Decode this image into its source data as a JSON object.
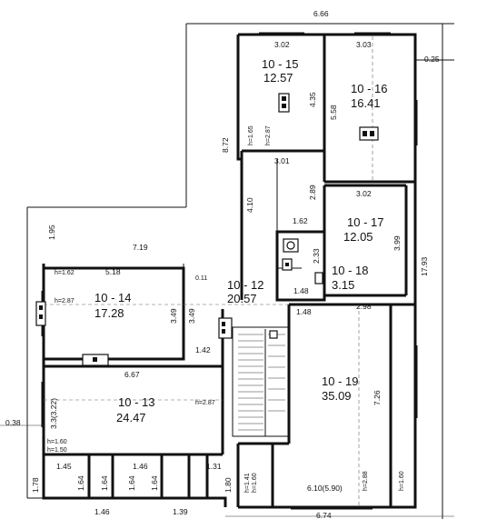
{
  "rooms": [
    {
      "id": "10 - 15",
      "area": "12.57"
    },
    {
      "id": "10 - 16",
      "area": "16.41"
    },
    {
      "id": "10 - 17",
      "area": "12.05"
    },
    {
      "id": "10 - 18",
      "area": "3.15"
    },
    {
      "id": "10 - 12",
      "area": "20.57"
    },
    {
      "id": "10 - 14",
      "area": "17.28"
    },
    {
      "id": "10 - 13",
      "area": "24.47"
    },
    {
      "id": "10 - 19",
      "area": "35.09"
    }
  ],
  "dims": {
    "overall_top": "6.66",
    "r15_top": "3.02",
    "r16_top": "3.03",
    "side_025": "0.25",
    "r15_h": "4.35",
    "r16_h": "5.58",
    "left_872": "8.72",
    "r15_h165": "h=1.65",
    "r15_h287": "h=2.87",
    "corr_301": "3.01",
    "corr_410": "4.10",
    "corr_289": "2.89",
    "r17_top": "3.02",
    "corr_162": "1.62",
    "r17_h": "3.99",
    "right_1793": "17.93",
    "left_195": "1.95",
    "wall_719": "7.19",
    "r18_233": "2.33",
    "r18_148": "1.48",
    "r14_h162": "h=1.62",
    "r14_518": "5.18",
    "wall_011": "0.11",
    "r14_h287": "h=2.87",
    "r14_349": "3.49",
    "r12_349": "3.49",
    "r12_148": "1.48",
    "r19_298": "2.98",
    "stair_142": "1.42",
    "r13_667": "6.67",
    "r13_h287": "h=2.87",
    "r13_33": "3.3(3.22)",
    "left_038": "0.38",
    "r19_726": "7.26",
    "r13_h160": "h=1.60",
    "r13_h150": "h=1.50",
    "b_145": "1.45",
    "b_146": "1.46",
    "b_131": "1.31",
    "b_178": "1.78",
    "b_164a": "1.64",
    "b_164b": "1.64",
    "b_164c": "1.64",
    "b_164d": "1.64",
    "b_180": "1.80",
    "b_h141": "h=1.41",
    "b_h160s": "h=1.60",
    "r19_h288": "h=2.88",
    "r19_h160": "h=1.60",
    "r19_610": "6.10(5.90)",
    "bot_146": "1.46",
    "bot_139": "1.39",
    "bot_674": "6.74"
  }
}
